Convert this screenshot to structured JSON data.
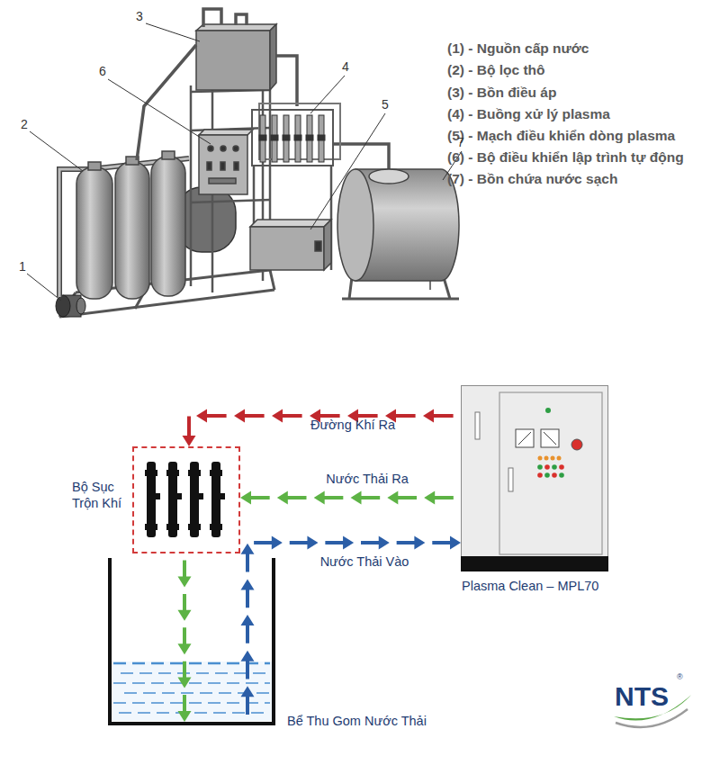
{
  "diagram": {
    "nodes": [
      {
        "text": [
          "Bộ Sục Trộn Khí"
        ]
      },
      {
        "text": [
          "Plasma Clean – MPL70"
        ]
      },
      {
        "text": [
          "Bể Thu Gom Nước Thải"
        ]
      }
    ],
    "edges": [
      {
        "from": 1,
        "to": 0,
        "arrow": "to",
        "label": "Đường Khí Ra"
      },
      {
        "from": 1,
        "to": 0,
        "arrow": "to",
        "label": "Nước Thải Ra"
      },
      {
        "from": 0,
        "to": 2,
        "arrow": "to"
      },
      {
        "from": 2,
        "to": 1,
        "arrow": "to",
        "label": "Nước Thải Vào"
      }
    ],
    "labels": [
      "(1) - Nguồn cấp nước",
      "(2) - Bộ lọc thô",
      "(3) - Bồn điều áp",
      "(4) - Buồng xử lý plasma",
      "(5) - Mạch điều khiển dòng plasma",
      "(6) - Bộ điều khiển lập trình tự động",
      "(7) - Bồn chứa nước sạch",
      "1",
      "2",
      "3",
      "4",
      "5",
      "6",
      "7",
      "NTS",
      "®"
    ]
  }
}
